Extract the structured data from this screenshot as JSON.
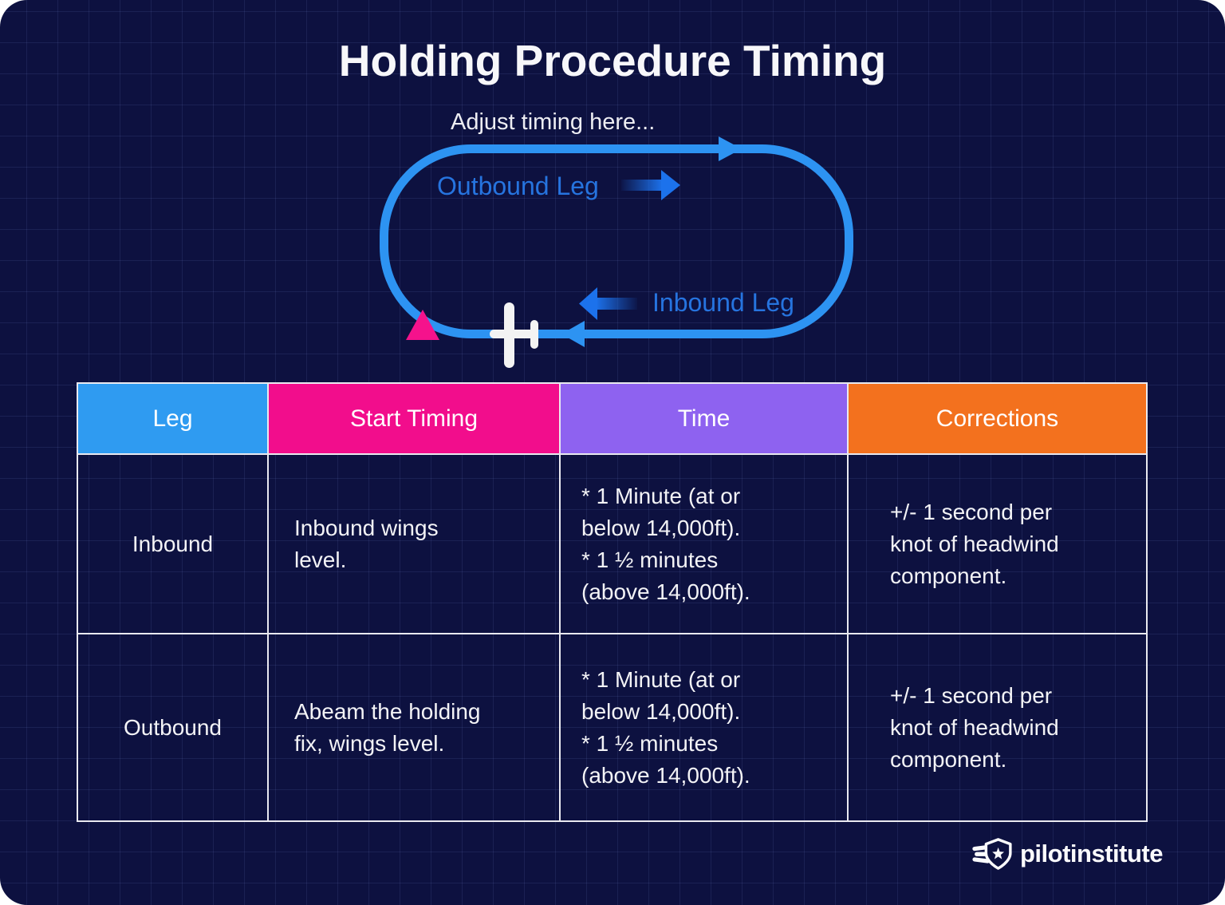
{
  "title": "Holding Procedure Timing",
  "diagram": {
    "annotation": "Adjust timing here...",
    "outbound_label": "Outbound Leg",
    "inbound_label": "Inbound Leg"
  },
  "table": {
    "headers": [
      {
        "label": "Leg",
        "color": "#2f9bf1"
      },
      {
        "label": "Start Timing",
        "color": "#f20d8c"
      },
      {
        "label": "Time",
        "color": "#8e62f0"
      },
      {
        "label": "Corrections",
        "color": "#f3711e"
      }
    ],
    "rows": [
      {
        "leg": "Inbound",
        "start_timing": "Inbound wings level.",
        "time_lines": [
          "* 1 Minute (at or",
          "below 14,000ft).",
          "* 1 ½ minutes",
          "(above 14,000ft)."
        ],
        "corrections": "+/- 1 second per knot of headwind component."
      },
      {
        "leg": "Outbound",
        "start_timing": "Abeam the holding fix, wings level.",
        "time_lines": [
          "* 1 Minute (at or",
          "below 14,000ft).",
          "* 1 ½ minutes",
          "(above 14,000ft)."
        ],
        "corrections": "+/- 1 second per knot of headwind component."
      }
    ]
  },
  "branding": {
    "logo_text": "pilotinstitute"
  },
  "colors": {
    "background": "#0d1140",
    "track_blue": "#2d93f2",
    "leg_label_blue": "#2674df",
    "fix_pink": "#f5128c",
    "airplane_white": "#f3f3f3",
    "table_border": "#e9e9f0"
  }
}
